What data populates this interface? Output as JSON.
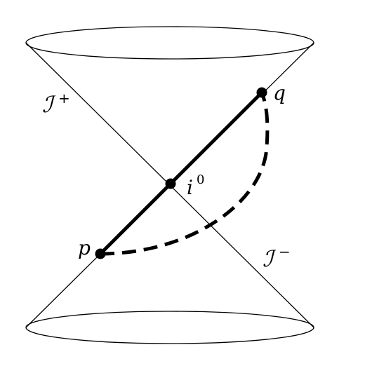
{
  "diagram": {
    "labels": {
      "q": "q",
      "p": "p",
      "i0_base": "i",
      "i0_sup": "0",
      "scri_plus_base": "ℐ",
      "scri_plus_sup": "+",
      "scri_minus_base": "ℐ",
      "scri_minus_sup": "−"
    },
    "colors": {
      "stroke": "#000000",
      "background": "#ffffff"
    }
  }
}
